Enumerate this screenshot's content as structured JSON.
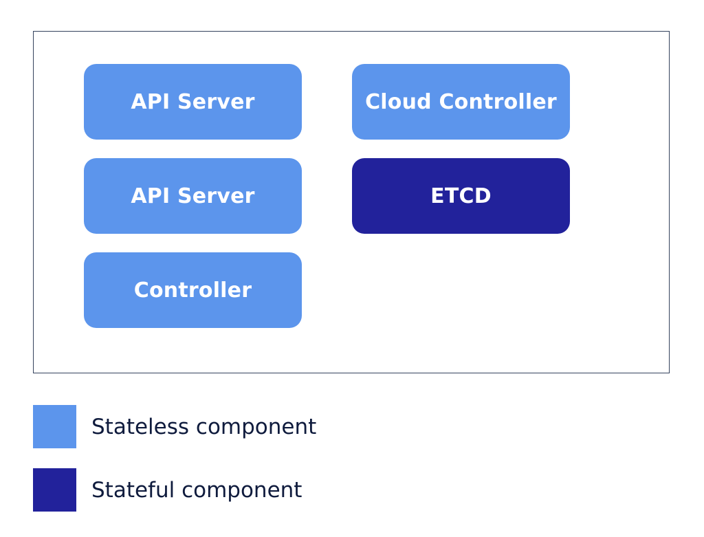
{
  "colors": {
    "stateless": "#5c95ec",
    "stateful": "#22229b",
    "frame_border": "#33415c",
    "legend_text": "#0f1b3d"
  },
  "diagram": {
    "components": [
      {
        "label": "API Server",
        "kind": "stateless"
      },
      {
        "label": "Cloud Controller",
        "kind": "stateless"
      },
      {
        "label": "API Server",
        "kind": "stateless"
      },
      {
        "label": "ETCD",
        "kind": "stateful"
      },
      {
        "label": "Controller",
        "kind": "stateless"
      }
    ]
  },
  "legend": {
    "items": [
      {
        "label": "Stateless component",
        "kind": "stateless"
      },
      {
        "label": "Stateful component",
        "kind": "stateful"
      }
    ]
  }
}
